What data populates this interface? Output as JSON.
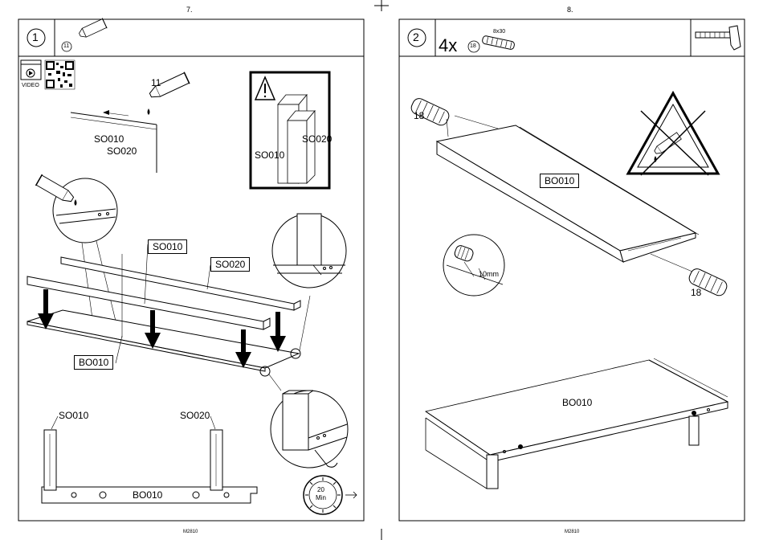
{
  "pages": {
    "left_number": "7.",
    "right_number": "8.",
    "footer_left": "M2810",
    "footer_right": "M2810"
  },
  "step1": {
    "number": "1",
    "glue_ref": "11",
    "video_label": "VIDEO",
    "glue_callout": "11",
    "top_label_so010": "SO010",
    "top_label_so020": "SO020",
    "warning_so010": "SO010",
    "warning_so020": "SO020",
    "iso_so010": "SO010",
    "iso_so020": "SO020",
    "iso_bo010": "BO010",
    "front_so010": "SO010",
    "front_so020": "SO020",
    "front_bo010": "BO010",
    "timer_value": "20",
    "timer_unit": "Min"
  },
  "step2": {
    "number": "2",
    "qty": "4x",
    "dowel_ref": "18",
    "dowel_size": "8x30",
    "dowel_label_top": "18",
    "dowel_label_bottom": "18",
    "panel_label": "BO010",
    "depth_label": "10mm",
    "bottom_panel_label": "BO010"
  }
}
